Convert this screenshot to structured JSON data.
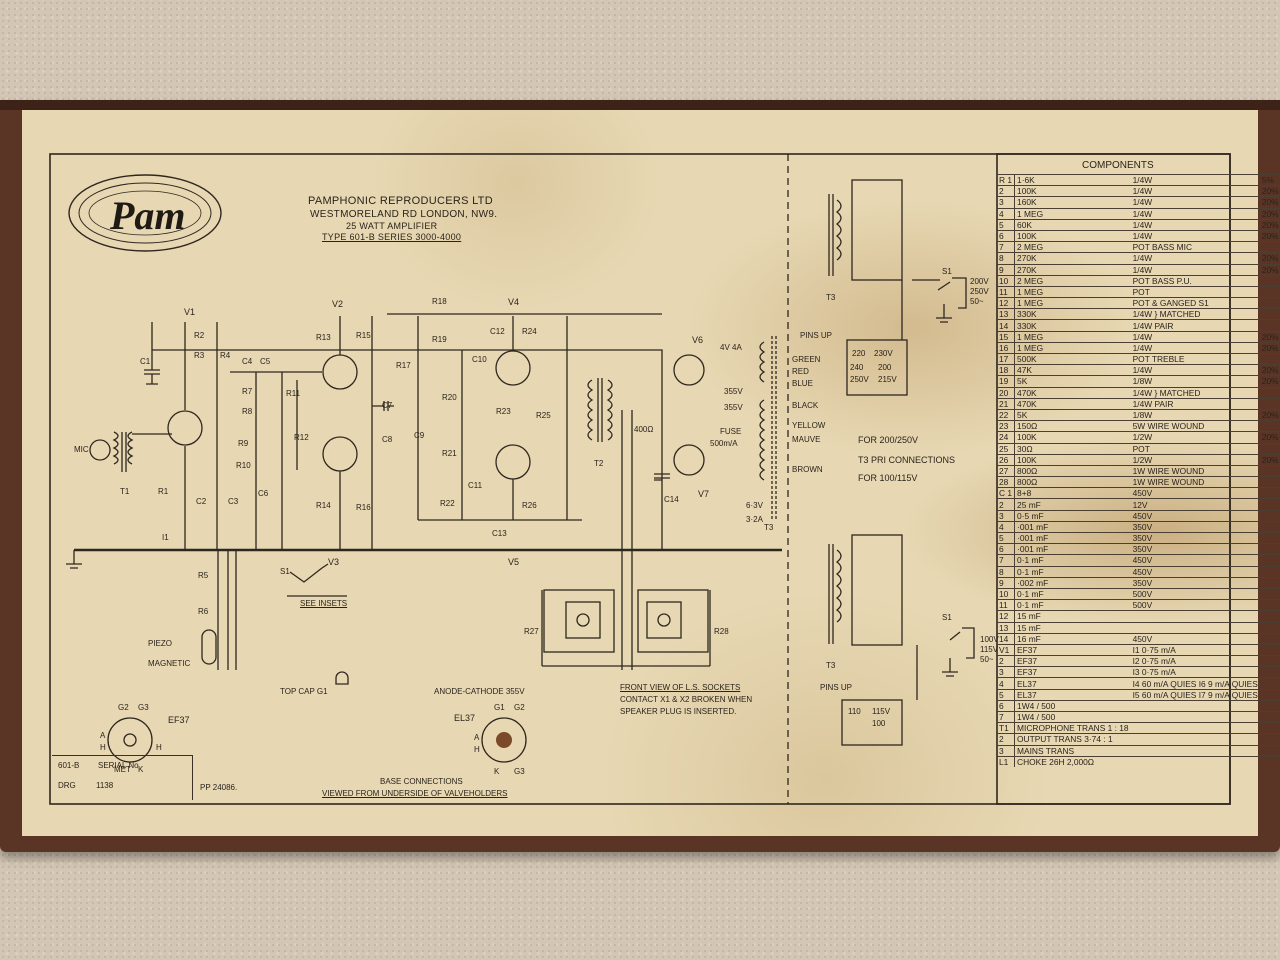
{
  "logo": {
    "text": "Pam"
  },
  "header": {
    "company": "PAMPHONIC REPRODUCERS LTD",
    "address": "WESTMORELAND RD LONDON, NW9.",
    "amplifier": "25 WATT AMPLIFIER",
    "type": "TYPE 601-B SERIES 3000-4000"
  },
  "valves": {
    "v1": "V1",
    "v2": "V2",
    "v3": "V3",
    "v4": "V4",
    "v5": "V5",
    "v6": "V6",
    "v7": "V7"
  },
  "resistors": [
    "R1",
    "R2",
    "R3",
    "R4",
    "R5",
    "R6",
    "R7",
    "R8",
    "R9",
    "R10",
    "R11",
    "R12",
    "R13",
    "R14",
    "R15",
    "R16",
    "R17",
    "R18",
    "R19",
    "R20",
    "R21",
    "R22",
    "R23",
    "R24",
    "R25",
    "R26",
    "R27",
    "R28"
  ],
  "capacitors": [
    "C1",
    "C2",
    "C3",
    "C4",
    "C5",
    "C6",
    "C7",
    "C8",
    "C9",
    "C10",
    "C11",
    "C12",
    "C13",
    "C14"
  ],
  "labels": {
    "mic": "MIC",
    "t1": "T1",
    "t2": "T2",
    "t3": "T3",
    "i1": "I1",
    "s1": "S1",
    "see_insets": "SEE INSETS",
    "piezo": "PIEZO",
    "magnetic": "MAGNETIC",
    "v4a": "4V 4A",
    "hv1": "355V",
    "hv2": "355V",
    "fuse": "FUSE",
    "fuse_rating": "500m/A",
    "heater": "6·3V",
    "heater_amp": "3·2A",
    "choke": "400Ω",
    "pins_up_1": "PINS UP",
    "pins_up_2": "PINS UP",
    "for_1": "FOR 200/250V",
    "t3_pri": "T3 PRI CONNECTIONS",
    "for_2": "FOR 100/115V"
  },
  "leads": [
    "GREEN",
    "RED",
    "BLUE",
    "BLACK",
    "YELLOW",
    "MAUVE",
    "BROWN"
  ],
  "mains_high": [
    "200V",
    "250V",
    "50~"
  ],
  "mains_low": [
    "100V",
    "115V",
    "50~"
  ],
  "tap_high": [
    "220",
    "230V",
    "240",
    "200",
    "250V",
    "215V"
  ],
  "tap_low": [
    "110",
    "115V",
    "100"
  ],
  "valve_bases": {
    "top_cap": "TOP CAP G1",
    "ef37": "EF37",
    "ef37_pins": [
      "G2",
      "G3",
      "A",
      "H",
      "H",
      "MET",
      "K"
    ],
    "anode_cathode": "ANODE-CATHODE  355V",
    "el37": "EL37",
    "el37_pins": [
      "G1",
      "G2",
      "A",
      "H",
      "K",
      "G3"
    ],
    "base_note_1": "BASE CONNECTIONS",
    "base_note_2": "VIEWED FROM UNDERSIDE OF VALVEHOLDERS"
  },
  "sockets_note": [
    "FRONT VIEW OF L.S. SOCKETS",
    "CONTACT X1 & X2 BROKEN WHEN",
    "SPEAKER PLUG IS INSERTED."
  ],
  "serial": {
    "model": "601-B",
    "serial_label": "SERIAL No",
    "drg_label": "DRG",
    "drg_no": "1138",
    "stamp": "PP 24086."
  },
  "components": {
    "title": "COMPONENTS",
    "rows": [
      {
        "ref": "R 1",
        "value": "1·6K",
        "rating": "1/4W",
        "tol": "5%"
      },
      {
        "ref": "2",
        "value": "100K",
        "rating": "1/4W",
        "tol": "20%"
      },
      {
        "ref": "3",
        "value": "160K",
        "rating": "1/4W",
        "tol": "20%"
      },
      {
        "ref": "4",
        "value": "1 MEG",
        "rating": "1/4W",
        "tol": "20%"
      },
      {
        "ref": "5",
        "value": "60K",
        "rating": "1/4W",
        "tol": "20%"
      },
      {
        "ref": "6",
        "value": "100K",
        "rating": "1/4W",
        "tol": "20%"
      },
      {
        "ref": "7",
        "value": "2 MEG",
        "rating": "POT  BASS MIC",
        "tol": ""
      },
      {
        "ref": "8",
        "value": "270K",
        "rating": "1/4W",
        "tol": "20%"
      },
      {
        "ref": "9",
        "value": "270K",
        "rating": "1/4W",
        "tol": "20%"
      },
      {
        "ref": "10",
        "value": "2 MEG",
        "rating": "POT  BASS P.U.",
        "tol": ""
      },
      {
        "ref": "11",
        "value": "1 MEG",
        "rating": "POT",
        "tol": ""
      },
      {
        "ref": "12",
        "value": "1 MEG",
        "rating": "POT & GANGED S1",
        "tol": ""
      },
      {
        "ref": "13",
        "value": "330K",
        "rating": "1/4W } MATCHED",
        "tol": ""
      },
      {
        "ref": "14",
        "value": "330K",
        "rating": "1/4W     PAIR",
        "tol": ""
      },
      {
        "ref": "15",
        "value": "1 MEG",
        "rating": "1/4W",
        "tol": "20%"
      },
      {
        "ref": "16",
        "value": "1 MEG",
        "rating": "1/4W",
        "tol": "20%"
      },
      {
        "ref": "17",
        "value": "500K",
        "rating": "POT  TREBLE",
        "tol": ""
      },
      {
        "ref": "18",
        "value": "47K",
        "rating": "1/4W",
        "tol": "20%"
      },
      {
        "ref": "19",
        "value": "5K",
        "rating": "1/8W",
        "tol": "20%"
      },
      {
        "ref": "20",
        "value": "470K",
        "rating": "1/4W } MATCHED",
        "tol": ""
      },
      {
        "ref": "21",
        "value": "470K",
        "rating": "1/4W     PAIR",
        "tol": ""
      },
      {
        "ref": "22",
        "value": "5K",
        "rating": "1/8W",
        "tol": "20%"
      },
      {
        "ref": "23",
        "value": "150Ω",
        "rating": "5W  WIRE WOUND",
        "tol": ""
      },
      {
        "ref": "24",
        "value": "100K",
        "rating": "1/2W",
        "tol": "20%"
      },
      {
        "ref": "25",
        "value": "30Ω",
        "rating": "POT",
        "tol": ""
      },
      {
        "ref": "26",
        "value": "100K",
        "rating": "1/2W",
        "tol": "20%"
      },
      {
        "ref": "27",
        "value": "800Ω",
        "rating": "1W  WIRE WOUND",
        "tol": ""
      },
      {
        "ref": "28",
        "value": "800Ω",
        "rating": "1W  WIRE WOUND",
        "tol": ""
      },
      {
        "ref": "C 1",
        "value": "8+8",
        "rating": "450V",
        "tol": ""
      },
      {
        "ref": "2",
        "value": "25 mF",
        "rating": "12V",
        "tol": ""
      },
      {
        "ref": "3",
        "value": "0·5 mF",
        "rating": "450V",
        "tol": ""
      },
      {
        "ref": "4",
        "value": "·001 mF",
        "rating": "350V",
        "tol": ""
      },
      {
        "ref": "5",
        "value": "·001 mF",
        "rating": "350V",
        "tol": ""
      },
      {
        "ref": "6",
        "value": "·001 mF",
        "rating": "350V",
        "tol": ""
      },
      {
        "ref": "7",
        "value": "0·1 mF",
        "rating": "450V",
        "tol": ""
      },
      {
        "ref": "8",
        "value": "0·1 mF",
        "rating": "450V",
        "tol": ""
      },
      {
        "ref": "9",
        "value": "·002 mF",
        "rating": "350V",
        "tol": ""
      },
      {
        "ref": "10",
        "value": "0·1 mF",
        "rating": "500V",
        "tol": ""
      },
      {
        "ref": "11",
        "value": "0·1 mF",
        "rating": "500V",
        "tol": ""
      },
      {
        "ref": "12",
        "value": "15 mF",
        "rating": "",
        "tol": ""
      },
      {
        "ref": "13",
        "value": "15 mF",
        "rating": "",
        "tol": ""
      },
      {
        "ref": "14",
        "value": "16 mF",
        "rating": "450V",
        "tol": ""
      },
      {
        "ref": "V1",
        "value": "EF37",
        "rating": "I1  0·75 m/A",
        "tol": ""
      },
      {
        "ref": "2",
        "value": "EF37",
        "rating": "I2  0·75 m/A",
        "tol": ""
      },
      {
        "ref": "3",
        "value": "EF37",
        "rating": "I3  0·75 m/A",
        "tol": ""
      },
      {
        "ref": "4",
        "value": "EL37",
        "rating": "I4 60 m/A QUIES  I6 9 m/A QUIES",
        "tol": ""
      },
      {
        "ref": "5",
        "value": "EL37",
        "rating": "I5 60 m/A QUIES  I7 9 m/A QUIES",
        "tol": ""
      },
      {
        "ref": "6",
        "value": "1W4 / 500",
        "rating": "",
        "tol": ""
      },
      {
        "ref": "7",
        "value": "1W4 / 500",
        "rating": "",
        "tol": ""
      },
      {
        "ref": "T1",
        "value": "MICROPHONE TRANS  1 : 18",
        "rating": "",
        "tol": ""
      },
      {
        "ref": "2",
        "value": "OUTPUT TRANS  3·74 : 1",
        "rating": "",
        "tol": ""
      },
      {
        "ref": "3",
        "value": "MAINS TRANS",
        "rating": "",
        "tol": ""
      },
      {
        "ref": "L1",
        "value": "CHOKE 26H  2,000Ω",
        "rating": "",
        "tol": ""
      }
    ]
  }
}
